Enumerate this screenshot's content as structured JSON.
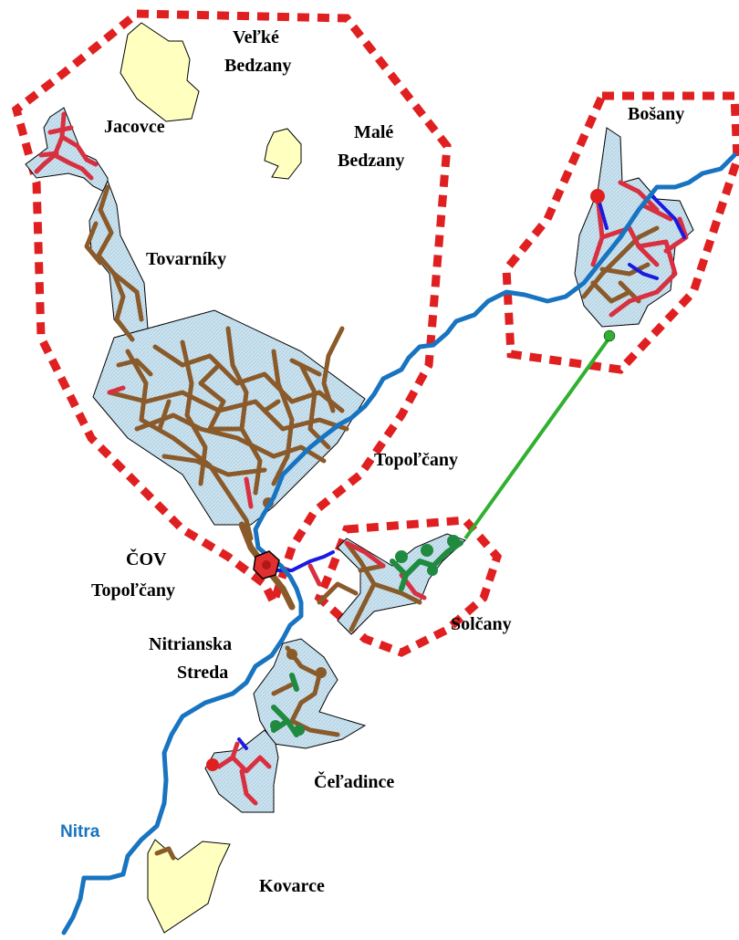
{
  "colors": {
    "boundary": "#e02020",
    "river": "#1874c0",
    "settlement_fill": "#cde3ef",
    "village_fill": "#ffffc0",
    "sewer_brown": "#8a5a2a",
    "sewer_red": "#d83040",
    "sewer_green": "#208a40",
    "pressure_blue": "#1a1ae0",
    "transfer_line": "#30b030",
    "treatment_plant": "#e03030"
  },
  "labels": {
    "velke_bedzany_1": "Veľké",
    "velke_bedzany_2": "Bedzany",
    "male_bedzany_1": "Malé",
    "male_bedzany_2": "Bedzany",
    "bosany": "Bošany",
    "jacovce": "Jacovce",
    "tovarniky": "Tovarníky",
    "topolcany": "Topoľčany",
    "cov_1": "ČOV",
    "cov_2": "Topoľčany",
    "solcany": "Solčany",
    "nitrianska_1": "Nitrianska",
    "nitrianska_2": "Streda",
    "celadince": "Čeľadince",
    "nitra": "Nitra",
    "kovarce": "Kovarce"
  },
  "icons": {
    "treatment_plant": "treatment-plant-icon",
    "pump_station": "pump-station-icon"
  }
}
